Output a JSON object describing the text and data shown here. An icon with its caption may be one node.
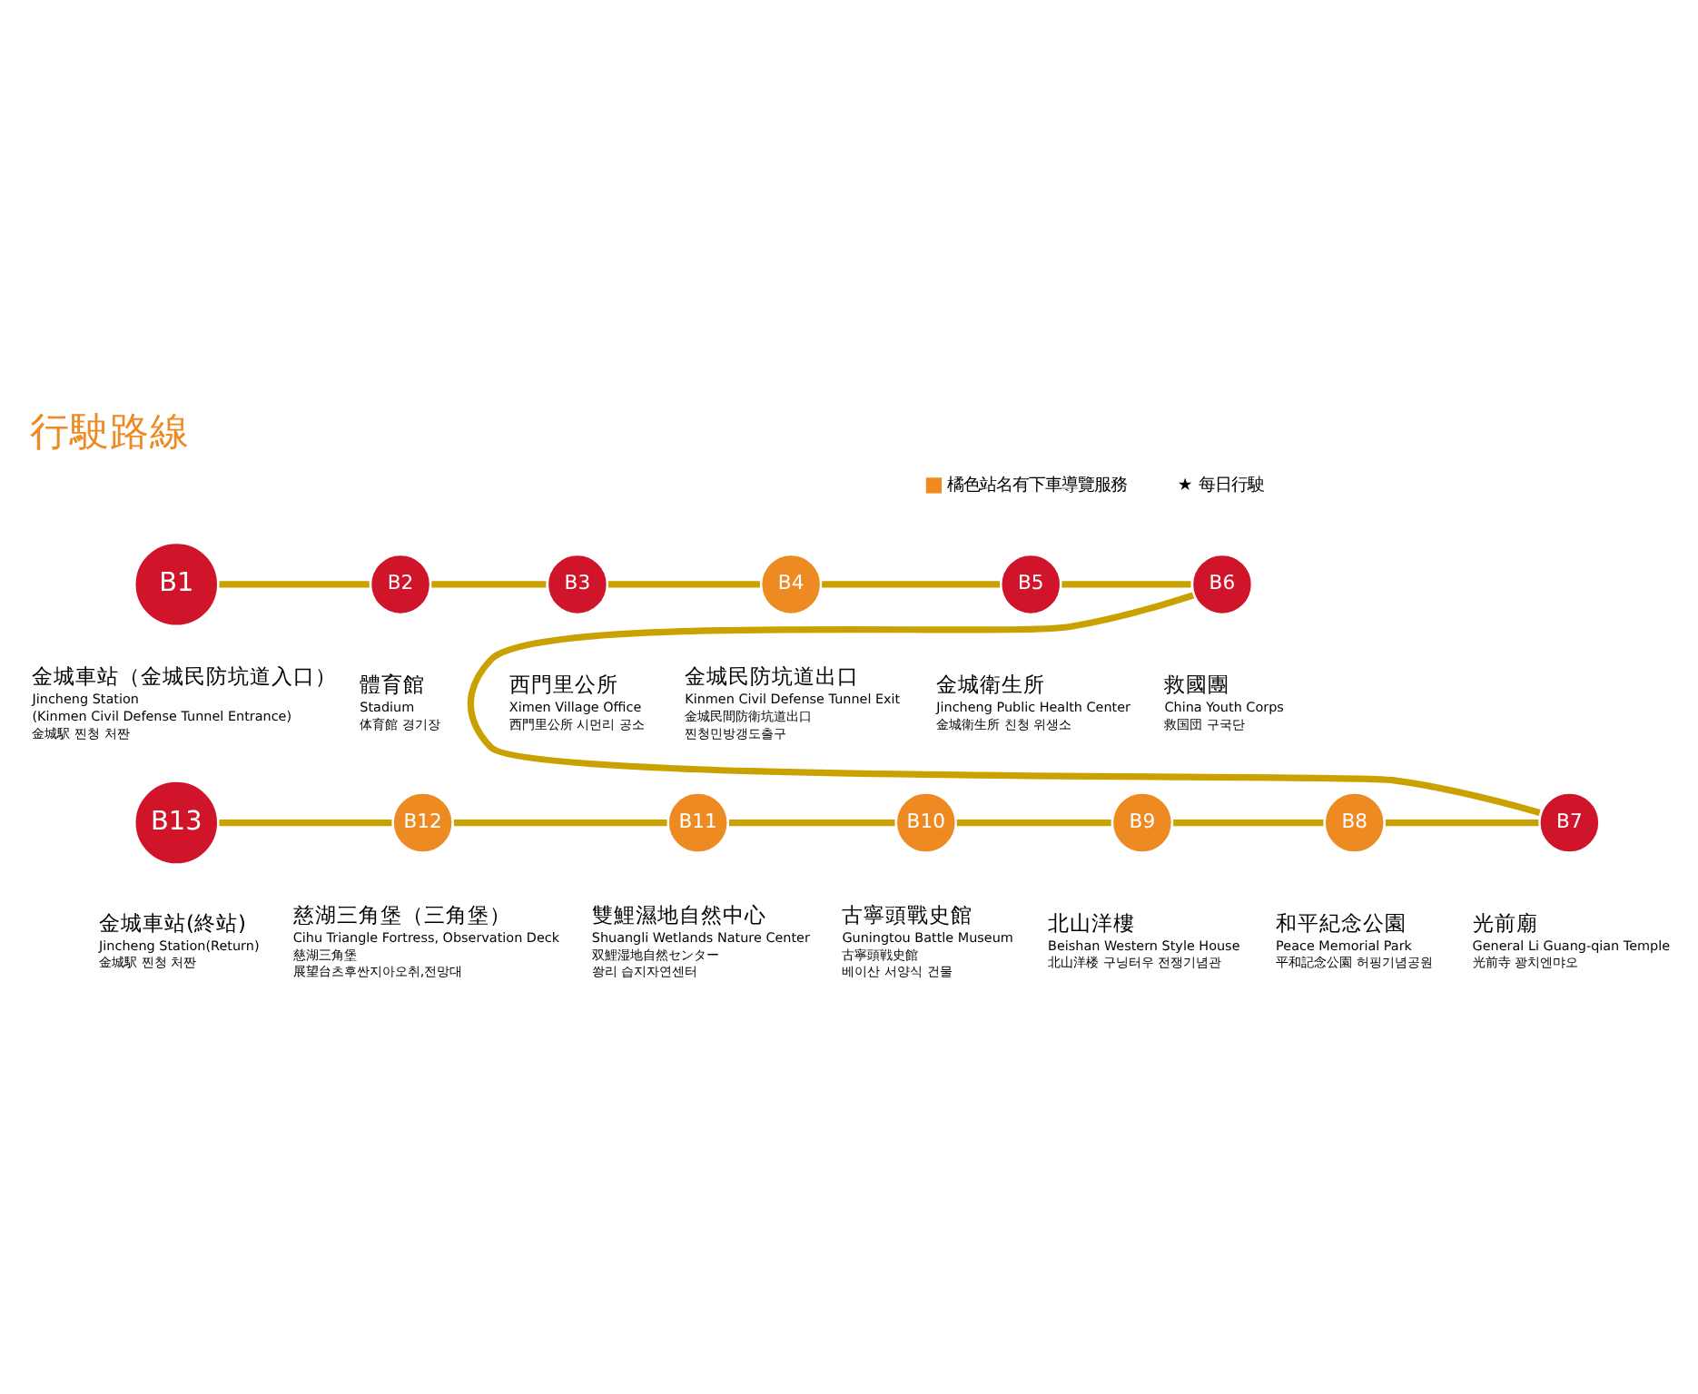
{
  "diagram": {
    "title": "行駛路線",
    "nodes": [
      {
        "text": [
          "B1"
        ],
        "beside": [
          "金城車站（金城民防坑道入口）",
          "Jincheng Station",
          "(Kinmen Civil Defense Tunnel Entrance)",
          "金城駅 찐청 처짠"
        ]
      },
      {
        "text": [
          "B2"
        ],
        "beside": [
          "體育館",
          "Stadium",
          "体育館 경기장"
        ]
      },
      {
        "text": [
          "B3"
        ],
        "beside": [
          "西門里公所",
          "Ximen Village Office",
          "西門里公所 시먼리 공소"
        ]
      },
      {
        "text": [
          "B4"
        ],
        "beside": [
          "金城民防坑道出口",
          "Kinmen Civil Defense Tunnel Exit",
          "金城民間防衛坑道出口",
          "찐청민방갱도출구"
        ]
      },
      {
        "text": [
          "B5"
        ],
        "beside": [
          "金城衛生所",
          "Jincheng Public Health Center",
          "金城衛生所 친청 위생소"
        ]
      },
      {
        "text": [
          "B6"
        ],
        "beside": [
          "救國團",
          "China Youth Corps",
          "救国団 구국단"
        ]
      },
      {
        "text": [
          "B7"
        ],
        "beside": [
          "光前廟",
          "General Li Guang-qian Temple",
          "光前寺 꽝치엔먀오"
        ]
      },
      {
        "text": [
          "B8"
        ],
        "beside": [
          "和平紀念公園",
          "Peace Memorial Park",
          "平和記念公園 허핑기념공원"
        ]
      },
      {
        "text": [
          "B9"
        ],
        "beside": [
          "北山洋樓",
          "Beishan Western Style House",
          "北山洋楼 구닝터우 전쟁기념관"
        ]
      },
      {
        "text": [
          "B10"
        ],
        "beside": [
          "古寧頭戰史館",
          "Guningtou Battle Museum",
          "古寧頭戦史館",
          "베이산 서양식 건물"
        ]
      },
      {
        "text": [
          "B11"
        ],
        "beside": [
          "雙鯉濕地自然中心",
          "Shuangli Wetlands Nature Center",
          "双鯉湿地自然センター",
          "쐉리 습지자연센터"
        ]
      },
      {
        "text": [
          "B12"
        ],
        "beside": [
          "慈湖三角堡（三角堡）",
          "Cihu Triangle Fortress, Observation Deck",
          "慈湖三角堡",
          "展望台츠후싼지아오취,전망대"
        ]
      },
      {
        "text": [
          "B13"
        ],
        "beside": [
          "金城車站(終站)",
          "Jincheng Station(Return)",
          "金城駅 찐청 처짠"
        ]
      }
    ],
    "edges": [
      {
        "from": 0,
        "to": 1,
        "arrow": "none"
      },
      {
        "from": 1,
        "to": 2,
        "arrow": "none"
      },
      {
        "from": 2,
        "to": 3,
        "arrow": "none"
      },
      {
        "from": 3,
        "to": 4,
        "arrow": "none"
      },
      {
        "from": 4,
        "to": 5,
        "arrow": "none"
      },
      {
        "from": 5,
        "to": 6,
        "arrow": "none"
      },
      {
        "from": 6,
        "to": 7,
        "arrow": "none"
      },
      {
        "from": 7,
        "to": 8,
        "arrow": "none"
      },
      {
        "from": 8,
        "to": 9,
        "arrow": "none"
      },
      {
        "from": 9,
        "to": 10,
        "arrow": "none"
      },
      {
        "from": 10,
        "to": 11,
        "arrow": "none"
      },
      {
        "from": 11,
        "to": 12,
        "arrow": "none"
      }
    ],
    "legend": [
      {
        "text": "橘色站名有下車導覽服務",
        "color": "#ee8a22"
      },
      {
        "text": "★ 每日行駛"
      }
    ]
  }
}
